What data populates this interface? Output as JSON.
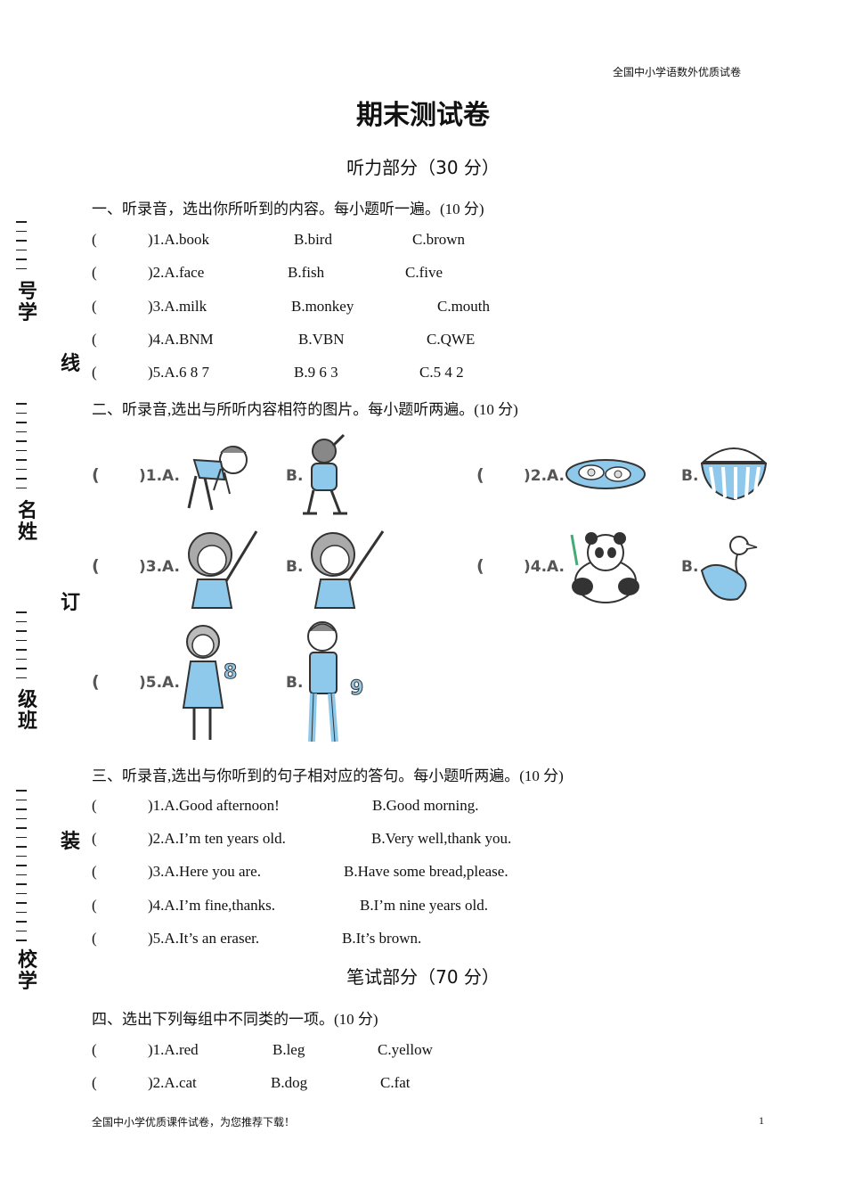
{
  "header": {
    "top_right": "全国中小学语数外优质试卷"
  },
  "title": "期末测试卷",
  "listening_title": "听力部分（30 分）",
  "sections": {
    "s1": {
      "heading": "一、听录音，选出你所听到的内容。每小题听一遍。(10 分)",
      "items": [
        {
          "num": ")1.A.book",
          "b": "B.bird",
          "c": "C.brown"
        },
        {
          "num": ")2.A.face",
          "b": "B.fish",
          "c": "C.five"
        },
        {
          "num": ")3.A.milk",
          "b": "B.monkey",
          "c": "C.mouth"
        },
        {
          "num": ")4.A.BNM",
          "b": "B.VBN",
          "c": "C.QWE"
        },
        {
          "num": ")5.A.6 8 7",
          "b": "B.9 6 3",
          "c": "C.5 4 2"
        }
      ]
    },
    "s2": {
      "heading": "二、听录音,选出与所听内容相符的图片。每小题听两遍。(10 分)",
      "items": [
        {
          "paren": "(",
          "a": ")1.A.",
          "b": "B."
        },
        {
          "paren": "(",
          "a": ")2.A.",
          "b": "B."
        },
        {
          "paren": "(",
          "a": ")3.A.",
          "b": "B."
        },
        {
          "paren": "(",
          "a": ")4.A.",
          "b": "B."
        },
        {
          "paren": "(",
          "a": ")5.A.",
          "b": "B."
        }
      ],
      "digits": {
        "five_a": "8",
        "five_b": "9"
      }
    },
    "s3": {
      "heading": "三、听录音,选出与你听到的句子相对应的答句。每小题听两遍。(10 分)",
      "items": [
        {
          "a": ")1.A.Good afternoon!",
          "b": "B.Good morning."
        },
        {
          "a": ")2.A.I’m ten years old.",
          "b": "B.Very well,thank you."
        },
        {
          "a": ")3.A.Here you are.",
          "b": "B.Have some bread,please."
        },
        {
          "a": ")4.A.I’m fine,thanks.",
          "b": "B.I’m nine years old."
        },
        {
          "a": ")5.A.It’s an eraser.",
          "b": "B.It’s brown."
        }
      ]
    },
    "written_title": "笔试部分（70 分）",
    "s4": {
      "heading": "四、选出下列每组中不同类的一项。(10 分)",
      "items": [
        {
          "a": ")1.A.red",
          "b": "B.leg",
          "c": "C.yellow"
        },
        {
          "a": ")2.A.cat",
          "b": "B.dog",
          "c": "C.fat"
        }
      ]
    }
  },
  "paren_open": "(",
  "binding_margin": {
    "labels": [
      "号学",
      "名姓",
      "级班",
      "校学"
    ],
    "marks": [
      "线",
      "订",
      "装"
    ]
  },
  "footer": {
    "left": "全国中小学优质课件试卷，为您推荐下载！",
    "page": "1"
  }
}
